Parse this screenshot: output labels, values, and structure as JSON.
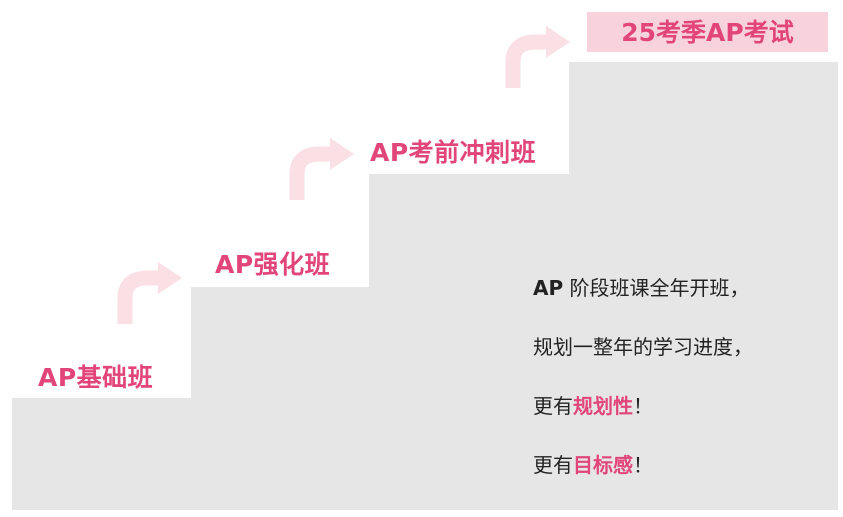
{
  "stages": [
    {
      "label": "AP基础班"
    },
    {
      "label": "AP强化班"
    },
    {
      "label": "AP考前冲刺班"
    }
  ],
  "goal": {
    "label": "25考季AP考试"
  },
  "description": {
    "line1_bold": "AP",
    "line1_rest": " 阶段班课全年开班，",
    "line2": "规划一整年的学习进度，",
    "line3_prefix": "更有",
    "line3_highlight": "规划性",
    "line3_suffix": "！",
    "line4_prefix": "更有",
    "line4_highlight": "目标感",
    "line4_suffix": "！"
  },
  "colors": {
    "accent": "#e2457a",
    "arrow": "#fadfe5",
    "goal_bg": "#f8d3dd",
    "step": "#e6e6e6"
  }
}
